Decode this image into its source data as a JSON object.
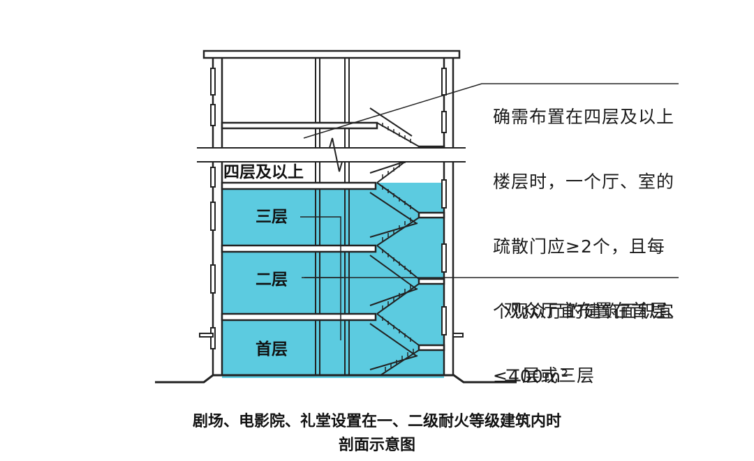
{
  "floor_labels": {
    "upper": "四层及以上",
    "third": "三层",
    "second": "二层",
    "ground": "首层"
  },
  "notes": {
    "upper": [
      "确需布置在四层及以上",
      "楼层时，一个厅、室的",
      "疏散门应≥2个，且每",
      "个观众厅的建筑面积宜",
      "≤400m²"
    ],
    "lower": [
      "观众厅宜布置在首层、",
      "二层或三层"
    ]
  },
  "caption": {
    "line1": "剧场、电影院、礼堂设置在一、二级耐火等级建筑内时",
    "line2": "剖面示意图"
  },
  "colors": {
    "highlight": "#5ccbe0",
    "line": "#222222",
    "background": "#ffffff"
  }
}
